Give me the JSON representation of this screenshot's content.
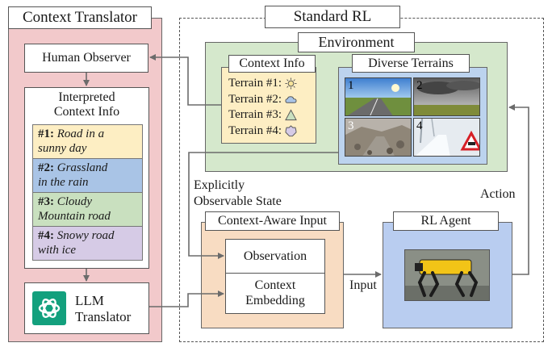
{
  "context_translator": {
    "title": "Context Translator",
    "human_observer": "Human Observer",
    "interpreted_title_line1": "Interpreted",
    "interpreted_title_line2": "Context Info",
    "items": [
      {
        "num": "#1:",
        "line1": "Road in a",
        "line2": "sunny day",
        "color": "#fdeec3"
      },
      {
        "num": "#2:",
        "line1": "Grassland",
        "line2": "in the rain",
        "color": "#a9c4e6"
      },
      {
        "num": "#3:",
        "line1": "Cloudy",
        "line2": "Mountain road",
        "color": "#c9e0bf"
      },
      {
        "num": "#4:",
        "line1": "Snowy road",
        "line2": "with ice",
        "color": "#d6cbe6"
      }
    ],
    "llm_line1": "LLM",
    "llm_line2": "Translator"
  },
  "standard_rl": {
    "title": "Standard RL",
    "environment": {
      "title": "Environment",
      "context_info": {
        "title": "Context Info",
        "terrains": [
          {
            "label": "Terrain #1:",
            "icon": "sun-icon"
          },
          {
            "label": "Terrain #2:",
            "icon": "cloud-icon"
          },
          {
            "label": "Terrain #3:",
            "icon": "triangle-icon"
          },
          {
            "label": "Terrain #4:",
            "icon": "snowflake-icon"
          }
        ]
      },
      "diverse_terrains": {
        "title": "Diverse Terrains",
        "images": [
          "1",
          "2",
          "3",
          "4"
        ]
      }
    },
    "explicitly_line1": "Explicitly",
    "explicitly_line2": "Observable State",
    "action": "Action",
    "context_aware": {
      "title": "Context-Aware Input",
      "observation": "Observation",
      "embedding_line1": "Context",
      "embedding_line2": "Embedding"
    },
    "input": "Input",
    "rl_agent": "RL Agent"
  },
  "colors": {
    "translator_bg": "#f2c9cb",
    "environment_bg": "#d5e8cc",
    "context_info_bg": "#fdeec3",
    "terrains_bg": "#bcd3ee",
    "context_aware_bg": "#f8dcc2",
    "rl_agent_bg": "#b9cdf0"
  }
}
